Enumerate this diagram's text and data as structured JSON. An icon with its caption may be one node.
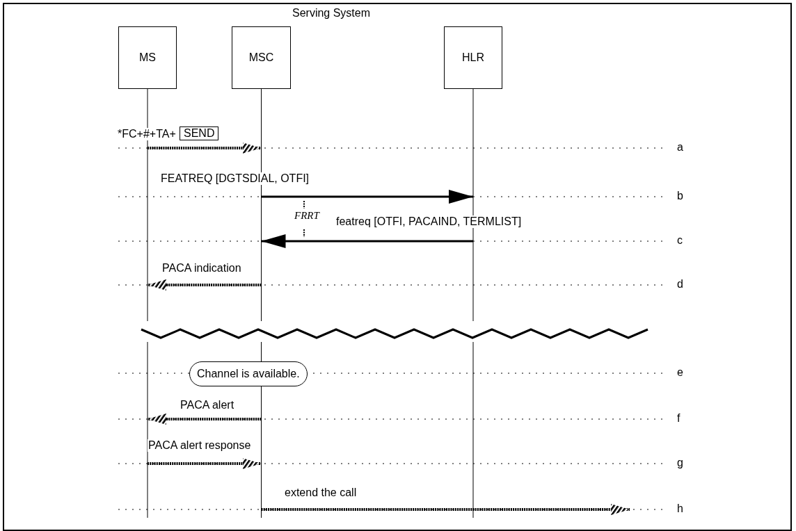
{
  "diagram": {
    "title": "Serving System",
    "nodes": [
      {
        "text": [
          "MS"
        ]
      },
      {
        "text": [
          "MSC"
        ]
      },
      {
        "text": [
          "HLR"
        ]
      },
      {
        "text": [
          "Channel is available."
        ]
      }
    ],
    "edges": [
      {
        "from": 0,
        "to": 1,
        "arrow": "to",
        "label": "*FC+#+TA+",
        "style": "dashed"
      },
      {
        "from": 1,
        "to": 2,
        "arrow": "to",
        "label": "FEATREQ [DGTSDIAL, OTFI]"
      },
      {
        "from": 2,
        "to": 1,
        "arrow": "to",
        "label": "featreq [OTFI, PACAIND, TERMLIST]"
      },
      {
        "from": 1,
        "to": 0,
        "arrow": "to",
        "label": "PACA indication",
        "style": "dashed"
      },
      {
        "from": 1,
        "to": 0,
        "arrow": "to",
        "label": "PACA alert",
        "style": "dashed"
      },
      {
        "from": 0,
        "to": 1,
        "arrow": "to",
        "label": "PACA alert response",
        "style": "dashed"
      },
      {
        "from": 1,
        "to": null,
        "arrow": "to",
        "label": "extend the call",
        "style": "dashed"
      }
    ],
    "labels": [
      "SEND",
      "FRRT",
      "a",
      "b",
      "c",
      "d",
      "e",
      "f",
      "g",
      "h"
    ]
  }
}
